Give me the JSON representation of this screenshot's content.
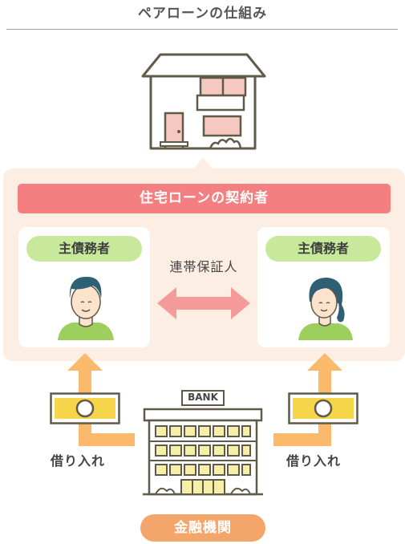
{
  "title": "ペアローンの仕組み",
  "contract_label": "住宅ローンの契約者",
  "left_person": {
    "role": "主債務者"
  },
  "right_person": {
    "role": "主債務者"
  },
  "relation": "連帯保証人",
  "left_flow": "借り入れ",
  "right_flow": "借り入れ",
  "bank_sign": "BANK",
  "institution": "金融機関",
  "colors": {
    "panel": "#fdeee4",
    "contract_bar": "#f37f80",
    "pill_green": "#c8e89b",
    "arrow_pink": "#f49a9a",
    "arrow_orange": "#fbb96b",
    "money": "#f6d54a",
    "institution_pill": "#f4a66a",
    "outline": "#5f5a49"
  },
  "icons": [
    "house-icon",
    "man-avatar-icon",
    "woman-avatar-icon",
    "double-arrow-icon",
    "up-arrow-icon",
    "banknote-icon",
    "bank-building-icon"
  ]
}
